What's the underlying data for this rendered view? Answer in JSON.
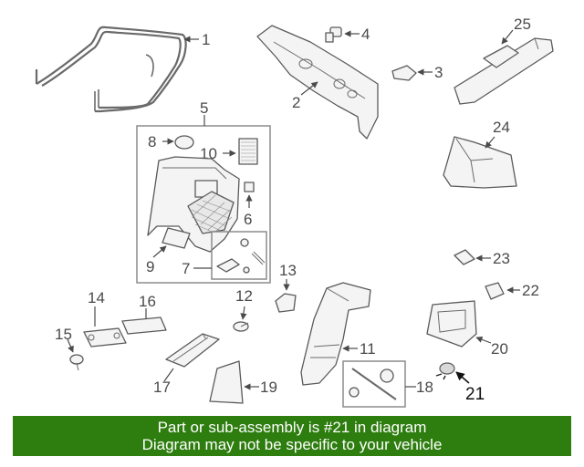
{
  "callouts": {
    "c1": "1",
    "c2": "2",
    "c3": "3",
    "c4": "4",
    "c5": "5",
    "c6": "6",
    "c7": "7",
    "c8": "8",
    "c9": "9",
    "c10": "10",
    "c11": "11",
    "c12": "12",
    "c13": "13",
    "c14": "14",
    "c15": "15",
    "c16": "16",
    "c17": "17",
    "c18": "18",
    "c19": "19",
    "c20": "20",
    "c21": "21",
    "c22": "22",
    "c23": "23",
    "c24": "24",
    "c25": "25"
  },
  "highlighted_part": "21",
  "banner": {
    "line1": "Part or sub-assembly is #21 in diagram",
    "line2": "Diagram may not be specific to your vehicle",
    "background": "#2e7d0f"
  }
}
